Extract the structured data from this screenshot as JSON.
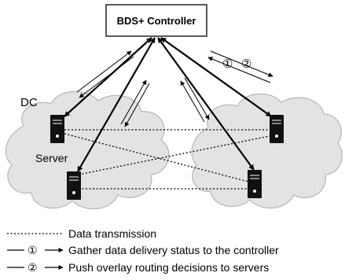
{
  "controller": {
    "label": "BDS+ Controller"
  },
  "dc_label": "DC",
  "server_label": "Server",
  "step_markers": [
    "①",
    "②"
  ],
  "legend": {
    "data_transmission": "Data transmission",
    "step1_marker": "①",
    "step1_text": "Gather data delivery status to the controller",
    "step2_marker": "②",
    "step2_text": "Push overlay routing decisions to servers"
  },
  "colors": {
    "cloud_fill": "#e3e3e3",
    "cloud_stroke": "#b5b5b5",
    "line": "#000000",
    "server": "#111111"
  },
  "icons": [
    "cloud-icon",
    "server-icon",
    "arrow-icon"
  ]
}
